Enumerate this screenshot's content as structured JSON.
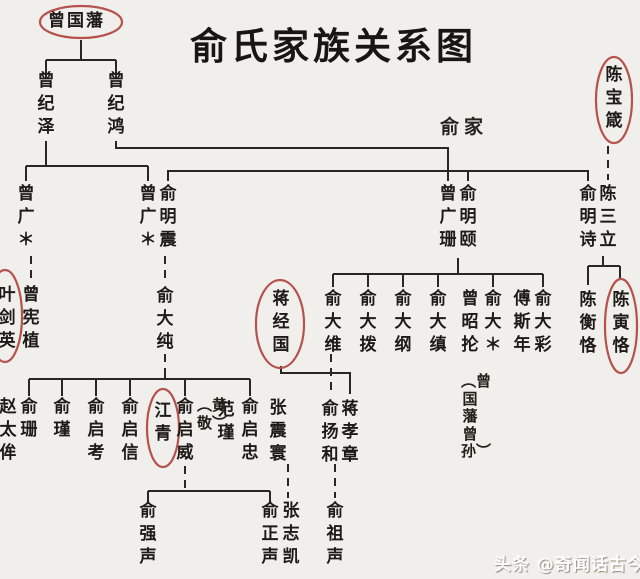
{
  "title": "俞氏家族关系图",
  "family_label": "俞家",
  "watermark": "头条 @奇闻话古今",
  "colors": {
    "background": "#f1efec",
    "line": "#2a2622",
    "highlight": "#b5524c",
    "text": "#1d1a17"
  },
  "people": [
    {
      "id": "zeng-guofan",
      "name": "曾国藩",
      "circled": true
    },
    {
      "id": "zeng-jize",
      "name": "曾纪泽",
      "circled": false
    },
    {
      "id": "zeng-jihong",
      "name": "曾纪鸿",
      "circled": false
    },
    {
      "id": "chen-baozhen",
      "name": "陈宝箴",
      "circled": true
    },
    {
      "id": "zeng-guang-1",
      "name": "曾广＊",
      "circled": false
    },
    {
      "id": "zeng-guang-2",
      "name": "曾广＊",
      "circled": false
    },
    {
      "id": "yu-mingzhen",
      "name": "俞明震",
      "circled": false
    },
    {
      "id": "zeng-guangshan",
      "name": "曾广珊",
      "circled": false
    },
    {
      "id": "yu-mingyi",
      "name": "俞明颐",
      "circled": false
    },
    {
      "id": "yu-mingshi",
      "name": "俞明诗",
      "circled": false
    },
    {
      "id": "chen-sanli",
      "name": "陈三立",
      "circled": false
    },
    {
      "id": "ye-jianying",
      "name": "叶剑英",
      "circled": true
    },
    {
      "id": "zeng-xianzhi",
      "name": "曾宪植",
      "circled": false
    },
    {
      "id": "yu-dachun",
      "name": "俞大纯",
      "circled": false
    },
    {
      "id": "jiang-jingguo",
      "name": "蒋经国",
      "circled": true
    },
    {
      "id": "yu-dawei",
      "name": "俞大维",
      "circled": false
    },
    {
      "id": "yu-dabo",
      "name": "俞大拨",
      "circled": false
    },
    {
      "id": "yu-dagang",
      "name": "俞大纲",
      "circled": false
    },
    {
      "id": "yu-dazhen",
      "name": "俞大缜",
      "circled": false
    },
    {
      "id": "zeng-zhaolun",
      "name": "曾昭抡",
      "circled": false
    },
    {
      "id": "yu-da-x",
      "name": "俞大＊",
      "circled": false
    },
    {
      "id": "fu-sinian",
      "name": "傅斯年",
      "circled": false
    },
    {
      "id": "yu-dacai",
      "name": "俞大彩",
      "circled": false
    },
    {
      "id": "chen-hengke",
      "name": "陈衡恪",
      "circled": false
    },
    {
      "id": "chen-yinke",
      "name": "陈寅恪",
      "circled": true
    },
    {
      "id": "zhao-taimou",
      "name": "赵太侔",
      "circled": false
    },
    {
      "id": "yu-shan",
      "name": "俞珊",
      "circled": false
    },
    {
      "id": "yu-jin",
      "name": "俞瑾",
      "circled": false
    },
    {
      "id": "yu-qikao",
      "name": "俞启考",
      "circled": false
    },
    {
      "id": "yu-qixin",
      "name": "俞启信",
      "circled": false
    },
    {
      "id": "jiang-qing",
      "name": "江青",
      "circled": true
    },
    {
      "id": "yu-qiwei",
      "name": "俞启威",
      "circled": false
    },
    {
      "id": "fan-jin",
      "name": "范瑾",
      "circled": false
    },
    {
      "id": "yu-qizhong",
      "name": "俞启忠",
      "circled": false
    },
    {
      "id": "zhang-zhenhuan",
      "name": "张震寰",
      "circled": false
    },
    {
      "id": "yu-yanghe",
      "name": "俞扬和",
      "circled": false
    },
    {
      "id": "jiang-xiaozhang",
      "name": "蒋孝章",
      "circled": false
    },
    {
      "id": "yu-qiangsheng",
      "name": "俞强声",
      "circled": false
    },
    {
      "id": "yu-zhengsheng",
      "name": "俞正声",
      "circled": false
    },
    {
      "id": "zhang-zhikai",
      "name": "张志凯",
      "circled": false
    },
    {
      "id": "yu-zusheng",
      "name": "俞祖声",
      "circled": false
    }
  ],
  "notes": [
    {
      "id": "note-zeng-guofan-great-grandson",
      "text": "︵曾国藩曾孙︶"
    },
    {
      "id": "note-huang-jing",
      "text": "︵黄敬︶"
    }
  ]
}
